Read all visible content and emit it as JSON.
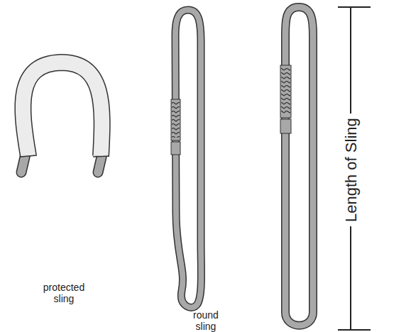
{
  "diagram": {
    "labels": [
      "protected sling",
      "round sling",
      "Length of Sling"
    ]
  }
}
